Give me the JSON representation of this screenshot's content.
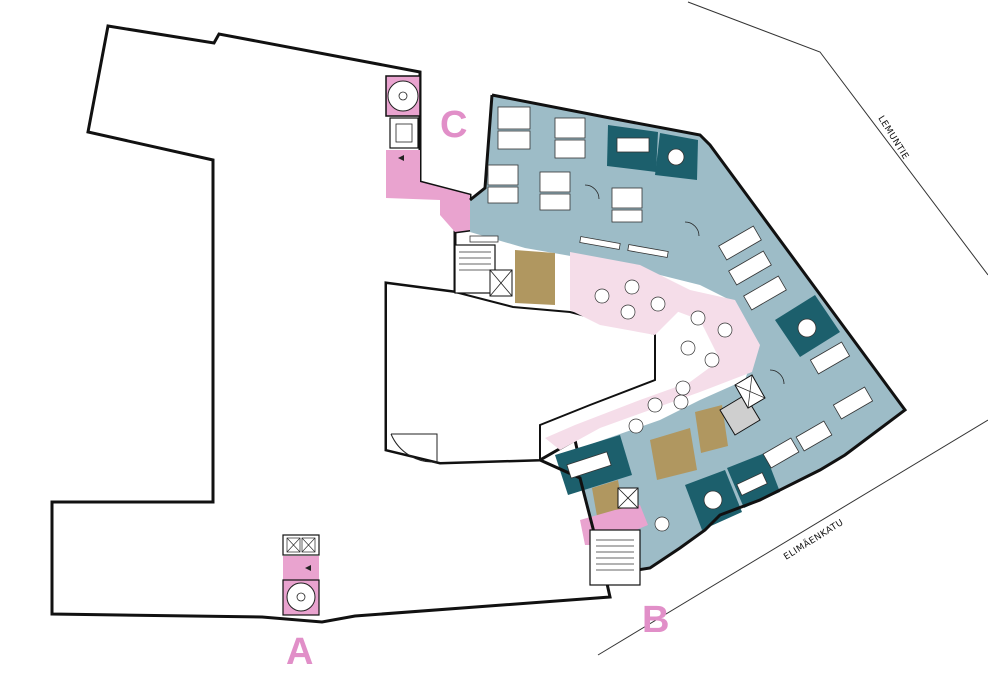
{
  "entrances": [
    {
      "id": "A",
      "label": "A"
    },
    {
      "id": "B",
      "label": "B"
    },
    {
      "id": "C",
      "label": "C"
    }
  ],
  "streets": [
    {
      "id": "lemuntie",
      "label": "LEMUNTIE"
    },
    {
      "id": "elimaenkatu",
      "label": "ELIMÄENKATU"
    }
  ],
  "colors": {
    "office_zone": "#9dbcc7",
    "lounge_zone": "#f5dde9",
    "meeting_room": "#1c5f6c",
    "circulation": "#e9a3cf",
    "service_room": "#b09760",
    "entrance_label": "#e18fc8",
    "wall": "#111111",
    "elevator_stair": "#ffffff"
  },
  "legend_icons": {
    "stair": "spiral-stair-icon",
    "elevator": "elevator-icon",
    "door": "door-swing-icon"
  }
}
